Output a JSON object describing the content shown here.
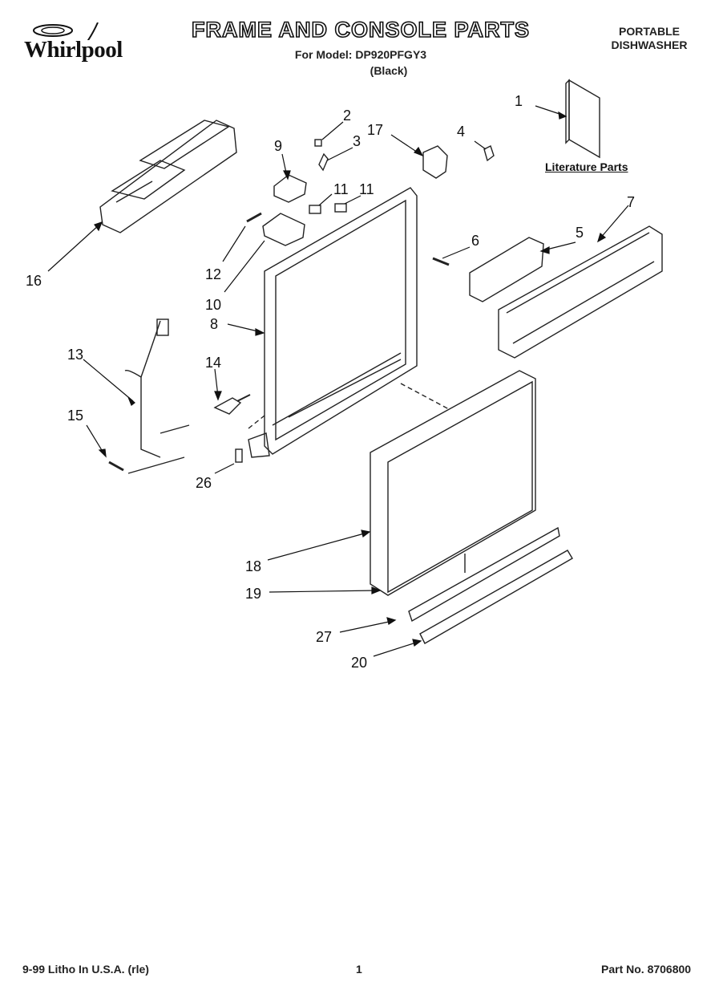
{
  "header": {
    "brand": "Whirlpool",
    "title": "FRAME AND CONSOLE PARTS",
    "model_line": "For Model: DP920PFGY3",
    "color_line": "(Black)",
    "product_line1": "PORTABLE",
    "product_line2": "DISHWASHER"
  },
  "diagram": {
    "literature_label": "Literature Parts",
    "callouts": [
      "1",
      "2",
      "3",
      "4",
      "17",
      "9",
      "11",
      "11",
      "16",
      "12",
      "10",
      "6",
      "5",
      "7",
      "8",
      "13",
      "14",
      "15",
      "26",
      "18",
      "19",
      "27",
      "20"
    ]
  },
  "footer": {
    "left": "9-99 Litho In U.S.A. (rle)",
    "page": "1",
    "part_no": "Part No. 8706800"
  }
}
